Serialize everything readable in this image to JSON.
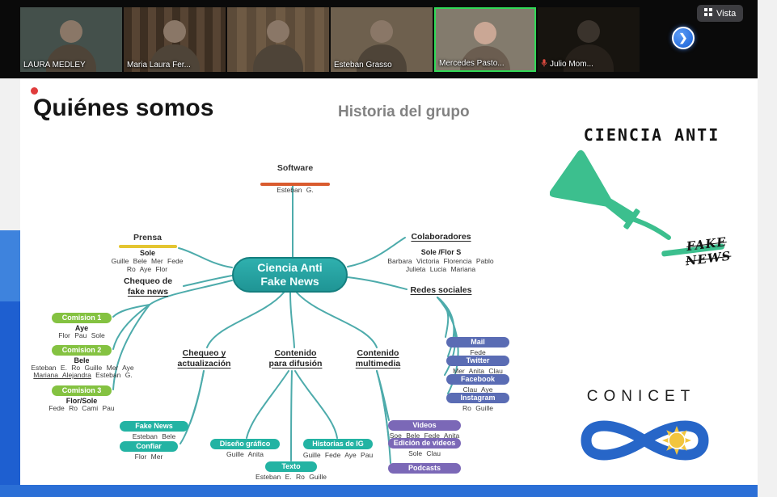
{
  "header": {
    "view_label": "Vista",
    "participants": [
      {
        "name": "LAURA MEDLEY"
      },
      {
        "name": "Maria Laura Fer..."
      },
      {
        "name": ""
      },
      {
        "name": "Esteban Grasso"
      },
      {
        "name": "Mercedes Pasto..."
      },
      {
        "name": "Julio Mom..."
      }
    ]
  },
  "slide": {
    "title": "Quiénes somos",
    "subtitle": "Historia del grupo",
    "brand": {
      "name_top": "CIENCIA ANTI",
      "name_bottom": "FAKE NEWS"
    },
    "conicet_label": "CONICET",
    "map": {
      "center_line1": "Ciencia Anti",
      "center_line2": "Fake News",
      "software": {
        "label": "Software",
        "names": "Esteban G."
      },
      "prensa": {
        "label": "Prensa",
        "lead": "Sole",
        "row1": "Guille Bele Mer Fede",
        "row2": "Ro Aye Flor"
      },
      "chequeo_fake": {
        "line1": "Chequeo de",
        "line2": "fake news"
      },
      "comision1": {
        "label": "Comision 1",
        "lead": "Aye",
        "row1": "Flor Pau Sole"
      },
      "comision2": {
        "label": "Comision 2",
        "lead": "Bele",
        "row1": "Esteban E. Ro Guille Mer Aye",
        "row2_u": "Mariana Alejandra",
        "row2_rest": " Esteban G."
      },
      "comision3": {
        "label": "Comision 3",
        "lead": "Flor/Sole",
        "row1": "Fede Ro Cami Pau"
      },
      "fake_news": {
        "label": "Fake News",
        "names": "Esteban Bele"
      },
      "confiar": {
        "label": "Confiar",
        "names": "Flor Mer"
      },
      "chequeo_act": {
        "line1": "Chequeo y",
        "line2": "actualización"
      },
      "contenido_dif": {
        "line1": "Contenido",
        "line2": "para difusión"
      },
      "contenido_multi": {
        "line1": "Contenido",
        "line2": "multimedia"
      },
      "diseno": {
        "label": "Diseño gráfico",
        "names": "Guille Anita"
      },
      "historias": {
        "label": "Historias de IG",
        "names": "Guille Fede Aye Pau"
      },
      "texto": {
        "label": "Texto",
        "names": "Esteban E. Ro Guille"
      },
      "colaboradores": {
        "label": "Colaboradores",
        "lead": "Sole /Flor S",
        "row1": "Barbara Victoria Florencia Pablo",
        "row2": "Julieta Lucia Mariana"
      },
      "redes": {
        "label": "Redes sociales"
      },
      "mail": {
        "label": "Mail",
        "names": "Fede"
      },
      "twitter": {
        "label": "Twitter",
        "names": "Mer Anita Clau"
      },
      "facebook": {
        "label": "Facebook",
        "names": "Clau Aye"
      },
      "instagram": {
        "label": "Instagram",
        "names": "Ro Guille"
      },
      "videos": {
        "label": "Videos",
        "names": "Soe Bele Fede Anita"
      },
      "edicion": {
        "label": "Edición de videos",
        "names": "Sole Clau"
      },
      "podcasts": {
        "label": "Podcasts"
      }
    }
  }
}
